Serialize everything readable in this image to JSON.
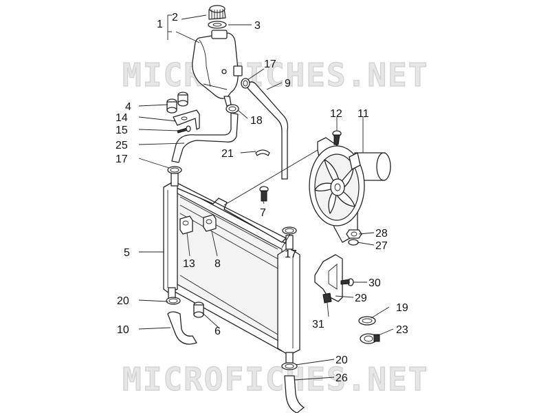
{
  "watermarks": [
    "MICROFICHES.NET",
    "MICROFICHES.NET"
  ],
  "callouts": {
    "c1": "1",
    "c2": "2",
    "c3": "3",
    "c4": "4",
    "c5": "5",
    "c6": "6",
    "c7": "7",
    "c8": "8",
    "c9": "9",
    "c10": "10",
    "c11": "11",
    "c12": "12",
    "c13": "13",
    "c14": "14",
    "c15": "15",
    "c17a": "17",
    "c17b": "17",
    "c17c": "17",
    "c18": "18",
    "c19": "19",
    "c20a": "20",
    "c20b": "20",
    "c21": "21",
    "c23": "23",
    "c25": "25",
    "c26": "26",
    "c27": "27",
    "c28": "28",
    "c29": "29",
    "c30": "30",
    "c31": "31"
  }
}
